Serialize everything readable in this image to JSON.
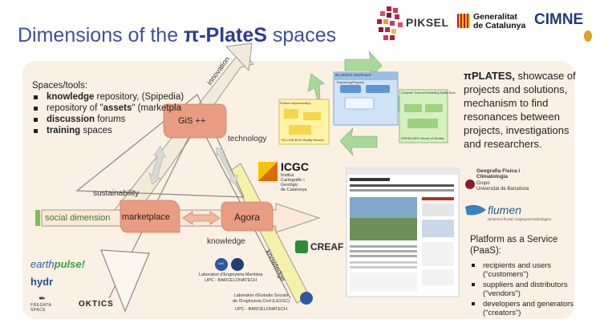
{
  "slide": {
    "title_prefix": "Dimensions of the ",
    "title_brand": "π-PlateS",
    "title_suffix": " spaces"
  },
  "logos": {
    "piksel": "PIKSEL",
    "gencat_line1": "Generalitat",
    "gencat_line2": "de Catalunya",
    "cimne": "CIMNE",
    "icgc_name": "ICGC",
    "icgc_line1": "Institut",
    "icgc_line2": "Cartogràfic i Geològic",
    "icgc_line3": "de Catalunya",
    "creaf": "CREAF",
    "earthpulse_a": "earth",
    "earthpulse_b": "pulse!",
    "hydr": "hydr",
    "fregata": "FREGATA SPACE",
    "oktics": "OKTICS",
    "lim_line1": "Laboratori d'Enginyeria Marítima",
    "lim_line2": "UPC - BARCELONATECH",
    "lim_abbr": "LIM",
    "lessc_line1": "Laboratori d'Estudis Socials",
    "lessc_line2": "de l'Enginyeria Civil (LESSC)",
    "lessc_line3": "UPC - BARCELONATECH",
    "uni_line1": "Geografia Física i",
    "uni_line2": "Climatologia",
    "uni_line3": "Grupo",
    "uni_line4": "Universitat de Barcelona",
    "flumen_name": "flumen",
    "flumen_sub": "Dinàmica fluvial i enginyeria hidrològica"
  },
  "spaces": {
    "heading": "Spaces/tools:",
    "items": [
      {
        "bold": "knowledge",
        "rest": " repository, (Spipedia)"
      },
      {
        "pre": "repository of \"",
        "bold": "assets",
        "rest": "\" (marketpla"
      },
      {
        "bold": "discussion",
        "rest": " forums"
      },
      {
        "bold": "training",
        "rest": " spaces"
      }
    ]
  },
  "diagram": {
    "innovation": "innovation",
    "gis": "GiS ++",
    "technology": "technology",
    "sustainability": "sustainability",
    "social_dimension": "social dimension",
    "marketplace": "marketplace",
    "agora": "Agora",
    "knowledge": "knowledge",
    "knowledge_arrow": "knowledge",
    "bluebox": "BLUEBOX Dashboard",
    "bluebox_sub": "Engineering/Proposal",
    "yellowbox": "YELLOW BOX Reality Record",
    "yellowbox_sub": "Problem requirements(s)",
    "greenbox": "GREEN BOX Model of Reality",
    "greenbox_sub": "Computer Tools and Modelling Reality Boxs"
  },
  "pi_text": {
    "bold": "πPLATES,",
    "rest": " showcase of projects and solutions, mechanism to find resonances between projects, investigations and researchers."
  },
  "paas": {
    "heading": "Platform as a Service (PaaS):",
    "items": [
      "recipients and users (\"customers\")",
      "suppliers and distributors (\"vendors\")",
      "developers and generators (\"creators\")"
    ]
  },
  "colors": {
    "title": "#3f4f9c",
    "panel": "#faf0e4",
    "shape_fill": "#e89c82",
    "arrow_fill": "#fbe0cf",
    "green_bar": "#7bbf5a"
  }
}
